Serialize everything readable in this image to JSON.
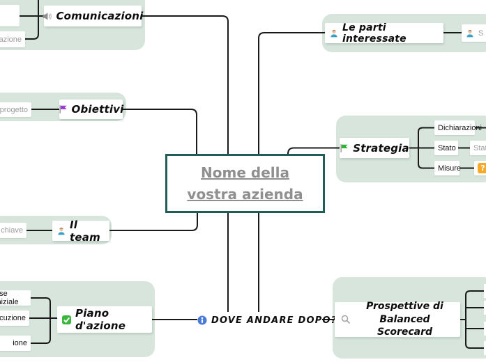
{
  "colors": {
    "panel_mint": "#d7e5dc",
    "connector": "#1a1a1a",
    "center_border": "#205d57",
    "center_text": "#8f8f8f",
    "muted_text": "#9c9c9c",
    "flag_purple": "#9b3fd4",
    "flag_green": "#33b233",
    "check_green": "#3cb53c",
    "info_blue": "#4a79d6",
    "question_orange": "#f7a928",
    "person_shirt": "#3aa0c4",
    "icon_gray": "#8f8f8f"
  },
  "center": {
    "line1": "Nome della",
    "line2": "vostra azienda"
  },
  "branches": {
    "comunicazioni": {
      "label": "Comunicazioni",
      "icon": "speaker-icon"
    },
    "obiettivi": {
      "label": "Obiettivi",
      "icon": "flag-icon"
    },
    "team": {
      "label": "Il team",
      "icon": "person-icon"
    },
    "piano": {
      "label": "Piano d'azione",
      "icon": "check-icon"
    },
    "parti": {
      "label": "Le parti interessate",
      "icon": "person-icon"
    },
    "strategia": {
      "label": "Strategia",
      "icon": "flag-icon"
    },
    "prospettive": {
      "line1": "Prospettive di",
      "line2": "Balanced Scorecard",
      "icon": "magnifier-icon"
    },
    "dove": {
      "label": "DOVE ANDARE DOPO?",
      "icon": "info-icon"
    }
  },
  "subnodes": {
    "comunicazioni_cut": "azione",
    "obiettivi_cut": "l progetto",
    "team_cut": "li chiave",
    "piano_cut": [
      "ase iniziale",
      "secuzione",
      "ione"
    ],
    "parti_cut": "S",
    "strategia_children": [
      "Dichiarazioni",
      "Stato",
      "Misure"
    ],
    "stato_cut": "Stat",
    "misure_cut_icon": "question-icon"
  },
  "glyphs": {
    "question": "?"
  }
}
